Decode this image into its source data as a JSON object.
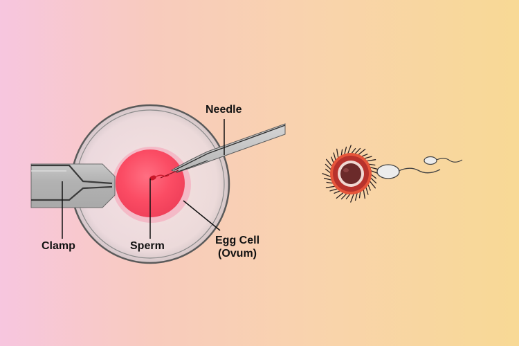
{
  "labels": {
    "needle": "Needle",
    "clamp": "Clamp",
    "sperm": "Sperm",
    "egg_cell_line1": "Egg Cell",
    "egg_cell_line2": "(Ovum)"
  },
  "colors": {
    "background_left": "#f7c6df",
    "background_right": "#f8d995",
    "egg": "#ff5a6e",
    "egg_halo": "#f6b3c2",
    "dish_rim": "#555555",
    "instrument": "#b9b9b9",
    "sperm_head": "#c9182a",
    "free_egg": "#b8322c",
    "free_egg_core": "#6b2a2a",
    "free_sperm": "#e6e6e6"
  },
  "icons": {
    "free_egg": "ovum-with-cilia-icon",
    "free_sperm": "swimming-sperm-icon"
  }
}
